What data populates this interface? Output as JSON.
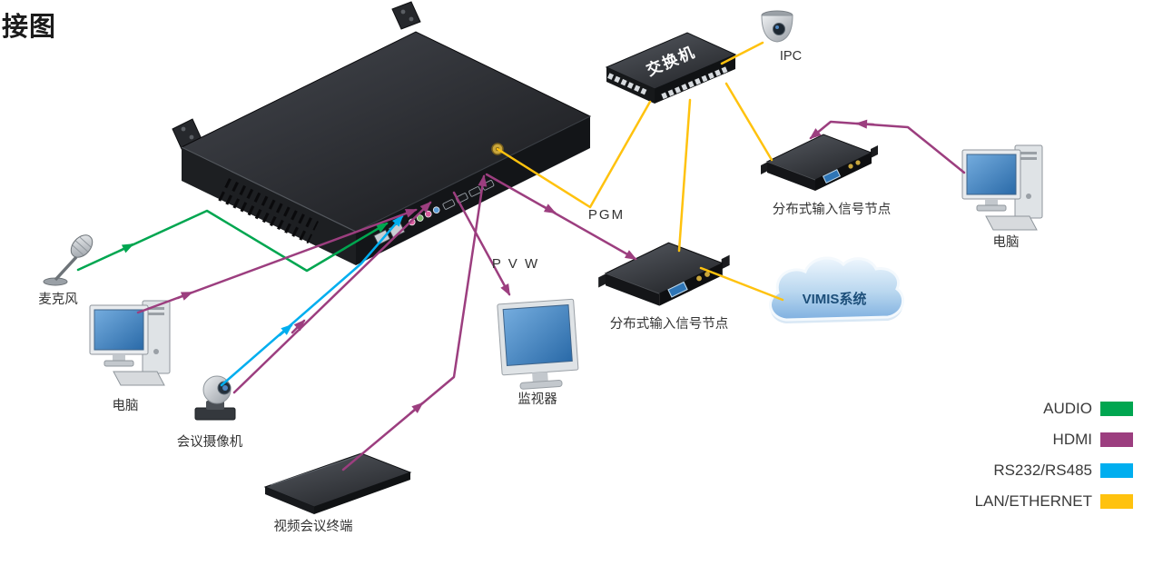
{
  "title": "接图",
  "colors": {
    "audio": "#00a650",
    "hdmi": "#9c3e7f",
    "rs232": "#00aeef",
    "lan": "#ffc20e"
  },
  "device_labels": {
    "microphone": "麦克风",
    "computer_left": "电脑",
    "conference_camera": "会议摄像机",
    "video_terminal": "视频会议终端",
    "monitor": "监视器",
    "switch": "交换机",
    "ipc": "IPC",
    "node_right": "分布式输入信号节点",
    "node_center": "分布式输入信号节点",
    "computer_right": "电脑",
    "cloud": "VIMIS系统"
  },
  "annotations": {
    "pgm": "PGM",
    "pvw": "P V W"
  },
  "legend": {
    "items": [
      {
        "label": "AUDIO",
        "color": "#00a650"
      },
      {
        "label": "HDMI",
        "color": "#9c3e7f"
      },
      {
        "label": "RS232/RS485",
        "color": "#00aeef"
      },
      {
        "label": "LAN/ETHERNET",
        "color": "#ffc20e"
      }
    ]
  }
}
